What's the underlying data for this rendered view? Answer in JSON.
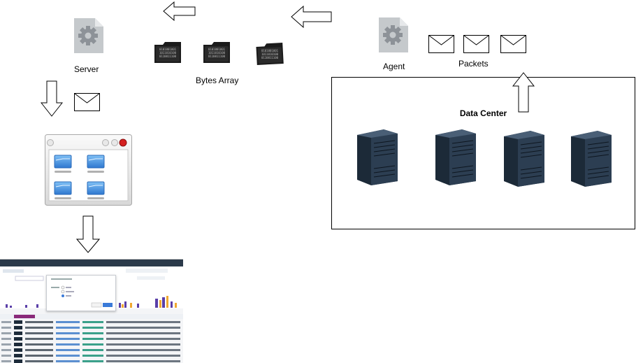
{
  "labels": {
    "server": "Server",
    "bytes_array": "Bytes Array",
    "agent": "Agent",
    "packets": "Packets",
    "data_center": "Data Center"
  },
  "colors": {
    "gear_doc": "#c5c9cc",
    "gear": "#8d9298",
    "server_tower": "#1c2a38",
    "folder_blue": "#3f8de0",
    "close_red": "#d42020"
  },
  "icons": {
    "arrows": [
      "arrow-left-icon",
      "arrow-down-icon",
      "arrow-up-icon"
    ],
    "server_doc": "gear-document-icon",
    "folder": "binary-folder-icon",
    "envelope": "envelope-icon",
    "server": "server-tower-icon",
    "window": "file-browser-window-icon"
  }
}
